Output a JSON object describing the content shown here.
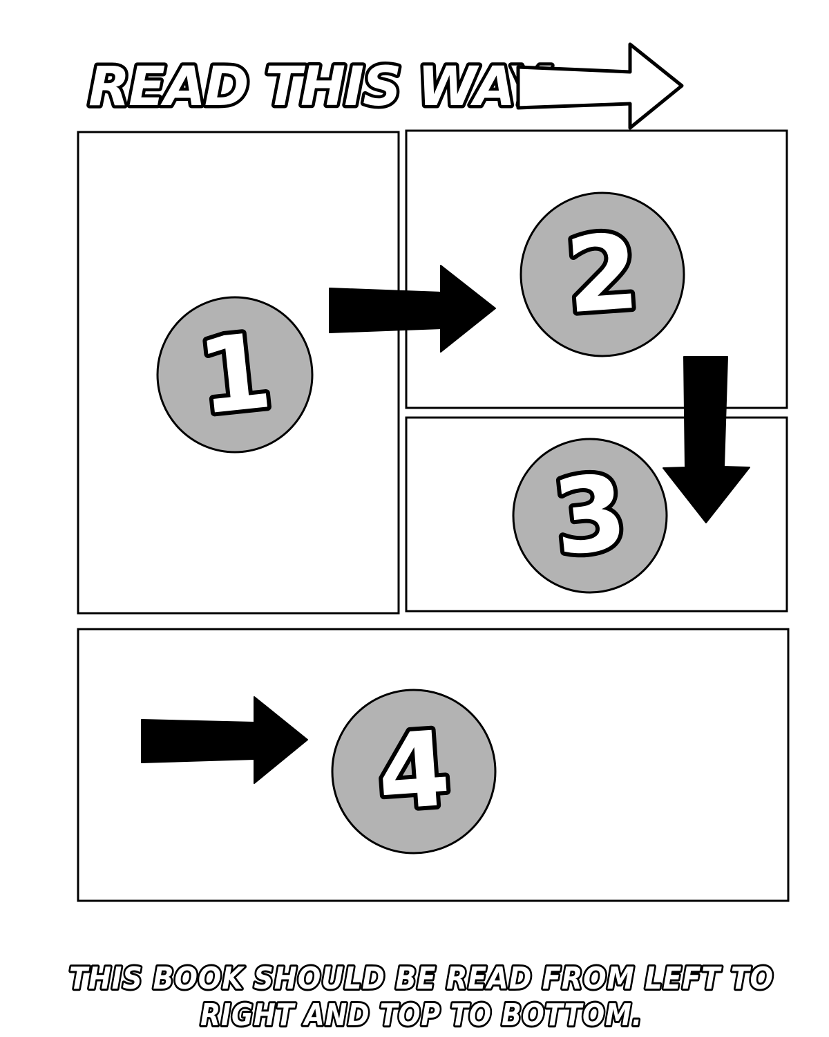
{
  "header": {
    "title": "READ THIS WAY",
    "arrow_icon": "arrow-right-icon"
  },
  "panels": [
    {
      "number": "1"
    },
    {
      "number": "2"
    },
    {
      "number": "3"
    },
    {
      "number": "4"
    }
  ],
  "footer": {
    "line1": "THIS BOOK SHOULD BE READ FROM LEFT TO",
    "line2": "RIGHT AND TOP TO BOTTOM."
  },
  "colors": {
    "circle_fill": "#b3b3b3",
    "outline": "#000000",
    "background": "#ffffff"
  }
}
